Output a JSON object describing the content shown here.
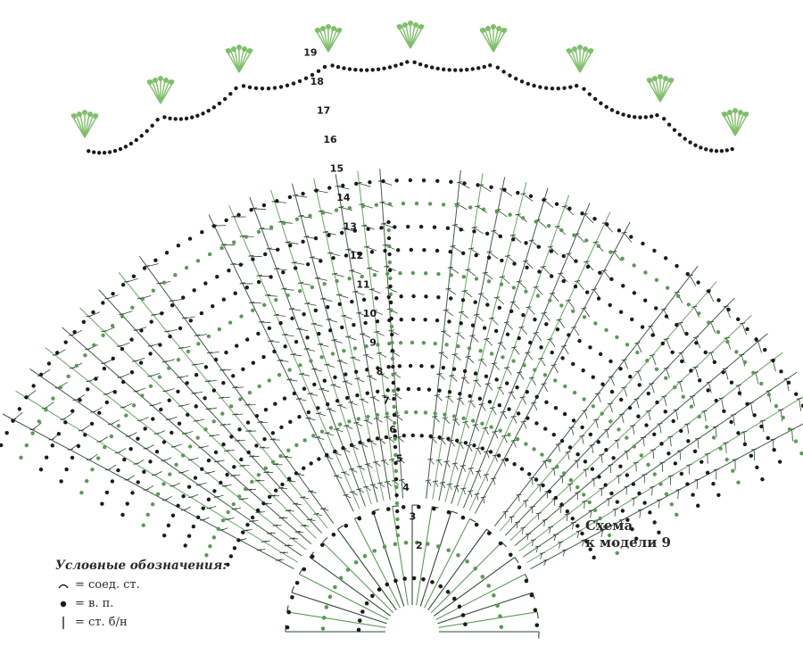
{
  "caption": {
    "line1": "Схема",
    "line2": "к модели 9"
  },
  "legend": {
    "title": "Условные обозначения:",
    "items": [
      {
        "symbol": "slip-stitch",
        "label": "= соед. ст."
      },
      {
        "symbol": "chain-stitch",
        "label": "= в. п."
      },
      {
        "symbol": "double-crochet",
        "label": "= ст. б/н"
      }
    ]
  },
  "row_numbers": [
    "2",
    "3",
    "4",
    "5",
    "6",
    "7",
    "8",
    "9",
    "10",
    "11",
    "12",
    "13",
    "14",
    "15",
    "16",
    "17",
    "18",
    "19"
  ],
  "colors": {
    "chain": "#1b1b1b",
    "stitch": "#2e4a32",
    "accent": "#5a9a56",
    "picot": "#7fbf6a",
    "text": "#2a2a2a"
  }
}
